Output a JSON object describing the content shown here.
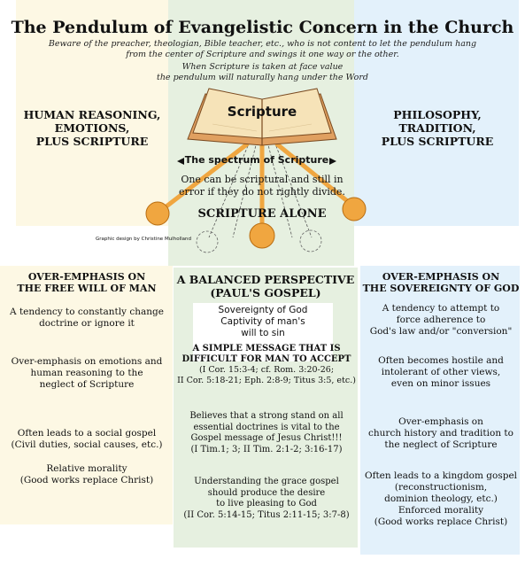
{
  "title": "The Pendulum of Evangelistic Concern in the Church",
  "subtitle_line1": "Beware of the preacher, theologian, Bible teacher, etc., who is not content to let the pendulum hang",
  "subtitle_line2": "from the center of Scripture and swings it one way or the other.",
  "face_value_line1": "When Scripture is taken at face value",
  "face_value_line2": "the pendulum will naturally hang under the Word",
  "book_label": "Scripture",
  "spectrum_label": "The spectrum of Scripture",
  "divide_line1": "One can be scriptural and still in",
  "divide_line2": "error if they do not rightly divide.",
  "scripture_alone": "SCRIPTURE ALONE",
  "credit": "Graphic design by Christine Mulholland",
  "left_top": {
    "line1": "HUMAN REASONING,",
    "line2": "EMOTIONS,",
    "line3": "PLUS SCRIPTURE"
  },
  "right_top": {
    "line1": "PHILOSOPHY,",
    "line2": "TRADITION,",
    "line3": "PLUS SCRIPTURE"
  },
  "left_bottom": {
    "heading_line1": "OVER-EMPHASIS ON",
    "heading_line2": "THE FREE WILL OF MAN",
    "p1_line1": "A tendency to constantly change",
    "p1_line2": "doctrine or ignore it",
    "p2_line1": "Over-emphasis on emotions and",
    "p2_line2": "human reasoning to the",
    "p2_line3": "neglect of Scripture",
    "p3_line1": "Often leads to a social gospel",
    "p3_line2": "(Civil duties, social causes, etc.)",
    "p4_line1": "Relative morality",
    "p4_line2": "(Good works replace Christ)"
  },
  "center_bottom": {
    "heading_line1": "A BALANCED PERSPECTIVE",
    "heading_line2": "(PAUL'S GOSPEL)",
    "box_line1": "Sovereignty of God",
    "box_line2": "Captivity of man's",
    "box_line3": "will to sin",
    "simple_line1": "A SIMPLE MESSAGE THAT IS",
    "simple_line2": "DIFFICULT FOR MAN TO ACCEPT",
    "ref1_line1": "(I Cor. 15:3-4; cf. Rom. 3:20-26;",
    "ref1_line2": "II Cor. 5:18-21; Eph. 2:8-9; Titus 3:5, etc.)",
    "p2_line1": "Believes that a strong stand on all",
    "p2_line2": "essential doctrines is vital to the",
    "p2_line3": "Gospel message of Jesus Christ!!!",
    "p2_line4": "(I Tim.1; 3; II Tim. 2:1-2; 3:16-17)",
    "p3_line1": "Understanding the grace gospel",
    "p3_line2": "should produce the desire",
    "p3_line3": "to live pleasing to God",
    "p3_line4": "(II Cor. 5:14-15; Titus 2:11-15; 3:7-8)"
  },
  "right_bottom": {
    "heading_line1": "OVER-EMPHASIS ON",
    "heading_line2": "THE SOVEREIGNTY OF GOD",
    "p1_line1": "A tendency to attempt to",
    "p1_line2": "force adherence to",
    "p1_line3": "God's law and/or \"conversion\"",
    "p2_line1": "Often becomes hostile and",
    "p2_line2": "intolerant of other views,",
    "p2_line3": "even on minor issues",
    "p3_line1": "Over-emphasis on",
    "p3_line2": "church history and tradition to",
    "p3_line3": "the neglect of Scripture",
    "p4_line1": "Often leads to a kingdom gospel",
    "p4_line2": "(reconstructionism,",
    "p4_line3": "dominion theology, etc.)",
    "p4_line4": "Enforced morality",
    "p4_line5": "(Good works replace Christ)"
  },
  "colors": {
    "left_bg": "#fdf8e4",
    "center_bg": "#e6f0e0",
    "right_bg": "#e3f1fb",
    "pendulum_orange": "#f0a640",
    "book_pages": "#f6e3b8",
    "book_cover": "#e0a060"
  }
}
